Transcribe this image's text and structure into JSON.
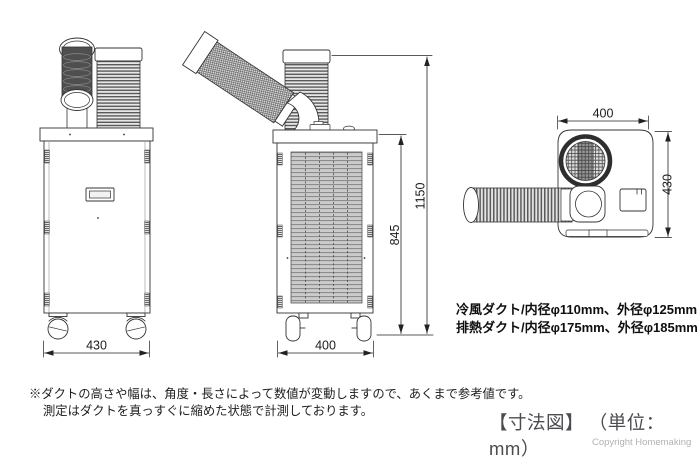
{
  "front_view": {
    "width_dim": "430"
  },
  "side_view": {
    "width_dim": "400",
    "body_height_dim": "845",
    "total_height_dim": "1150"
  },
  "top_view": {
    "width_dim": "400",
    "depth_dim": "430"
  },
  "duct_specs": {
    "cold": "冷風ダクト/内径φ110mm、外径φ125mm",
    "exhaust": "排熱ダクト/内径φ175mm、外径φ185mm"
  },
  "note": {
    "line1": "※ダクトの高さや幅は、角度・長さによって数値が変動しますので、あくまで参考値です。",
    "line2": "測定はダクトを真っすぐに縮めた状態で計測しております。"
  },
  "footer": {
    "caption": "【寸法図】",
    "unit": "（単位：mm）",
    "copyright": "Copyright Homemaking"
  },
  "colors": {
    "line": "#333333",
    "dark_duct": "#4f4f4f",
    "grille_fill": "#cbcbcb",
    "caption_gray": "#4b4b50",
    "copyright_gray": "#b3b1b1"
  }
}
